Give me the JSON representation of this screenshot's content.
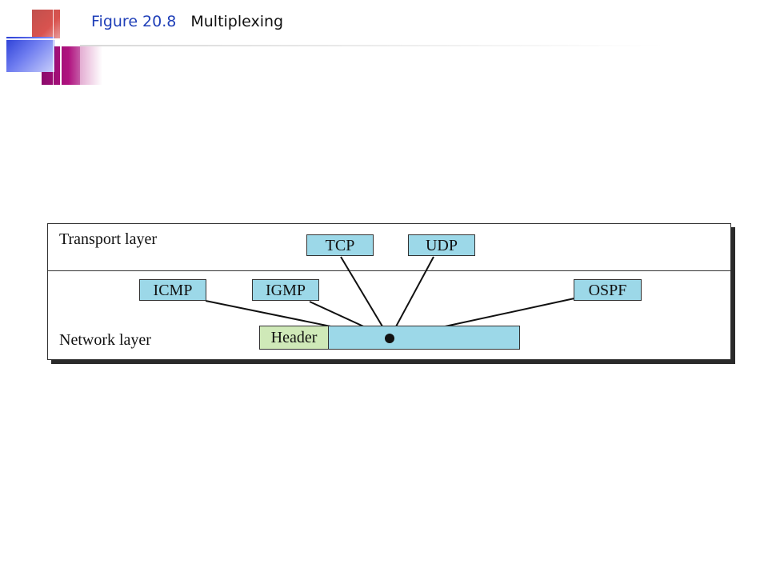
{
  "title": {
    "figure_number": "Figure 20.8",
    "figure_name": "Multiplexing"
  },
  "diagram": {
    "transport_layer_label": "Transport layer",
    "network_layer_label": "Network layer",
    "transport_protocols": [
      "TCP",
      "UDP"
    ],
    "network_protocols": [
      "ICMP",
      "IGMP",
      "OSPF"
    ],
    "packet": {
      "header_label": "Header"
    },
    "colors": {
      "protocol_box": "#9cd8e8",
      "header_box": "#cfe9b8",
      "title_accent": "#1f3fb8"
    }
  }
}
